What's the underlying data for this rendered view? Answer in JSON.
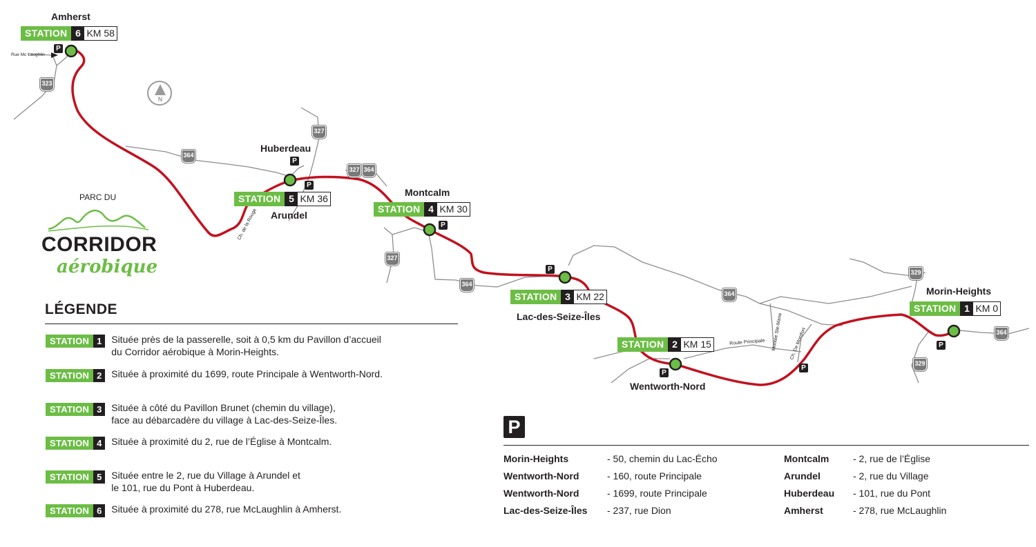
{
  "stations": [
    {
      "label": "STATION",
      "num": "6",
      "km": "KM 58",
      "town": "Amherst"
    },
    {
      "label": "STATION",
      "num": "5",
      "km": "KM 36",
      "town": "Huberdeau",
      "town2": "Arundel"
    },
    {
      "label": "STATION",
      "num": "4",
      "km": "KM 30",
      "town": "Montcalm"
    },
    {
      "label": "STATION",
      "num": "3",
      "km": "KM 22",
      "town": "Lac-des-Seize-Îles"
    },
    {
      "label": "STATION",
      "num": "2",
      "km": "KM 15",
      "town": "Wentworth-Nord"
    },
    {
      "label": "STATION",
      "num": "1",
      "km": "KM 0",
      "town": "Morin-Heights"
    }
  ],
  "route_shields": [
    "323",
    "364",
    "327",
    "327",
    "364",
    "364",
    "327",
    "364",
    "364",
    "329",
    "329",
    "364"
  ],
  "road_names": {
    "rue_mclaughlin": "Rue Mc Laughlin",
    "ch_rouge": "Ch. de la Rouge",
    "route_principale": "Route Principale",
    "montee_ste_marie": "Montée Ste-Marie",
    "ch_montfort": "Ch. De Montfort"
  },
  "parking_letter": "P",
  "north_letter": "N",
  "logo": {
    "small": "PARC DU",
    "main": "CORRIDOR",
    "sub": "aérobique"
  },
  "legend": {
    "title": "LÉGENDE",
    "items": [
      {
        "label": "STATION",
        "num": "1",
        "text": "Située près de la passerelle, soit à 0,5 km du Pavillon d’accueil\ndu Corridor aérobique à Morin-Heights."
      },
      {
        "label": "STATION",
        "num": "2",
        "text": "Située à proximité du 1699, route Principale à Wentworth-Nord."
      },
      {
        "label": "STATION",
        "num": "3",
        "text": "Située à côté du Pavillon Brunet (chemin du village),\nface au débarcadère du village à Lac-des-Seize-Îles."
      },
      {
        "label": "STATION",
        "num": "4",
        "text": "Située à proximité du 2, rue de l’Église à Montcalm."
      },
      {
        "label": "STATION",
        "num": "5",
        "text": "Située entre le 2, rue du Village à Arundel et\nle 101, rue du Pont à Huberdeau."
      },
      {
        "label": "STATION",
        "num": "6",
        "text": "Située à proximité du 278, rue McLaughlin à Amherst."
      }
    ]
  },
  "parking": {
    "letter": "P",
    "entries": [
      {
        "place": "Morin-Heights",
        "address": "- 50, chemin du Lac-Écho"
      },
      {
        "place": "Wentworth-Nord",
        "address": "- 160, route Principale"
      },
      {
        "place": "Wentworth-Nord",
        "address": "- 1699, route Principale"
      },
      {
        "place": "Lac-des-Seize-Îles",
        "address": "- 237, rue Dion"
      },
      {
        "place": "Montcalm",
        "address": "- 2, rue de l’Église"
      },
      {
        "place": "Arundel",
        "address": "- 2, rue du Village"
      },
      {
        "place": "Huberdeau",
        "address": "- 101, rue du Pont"
      },
      {
        "place": "Amherst",
        "address": "- 278, rue McLaughlin"
      }
    ]
  },
  "colors": {
    "trail": "#c1121f",
    "station": "#6cbd45",
    "road": "#8c8c8c",
    "dark": "#231f20"
  }
}
